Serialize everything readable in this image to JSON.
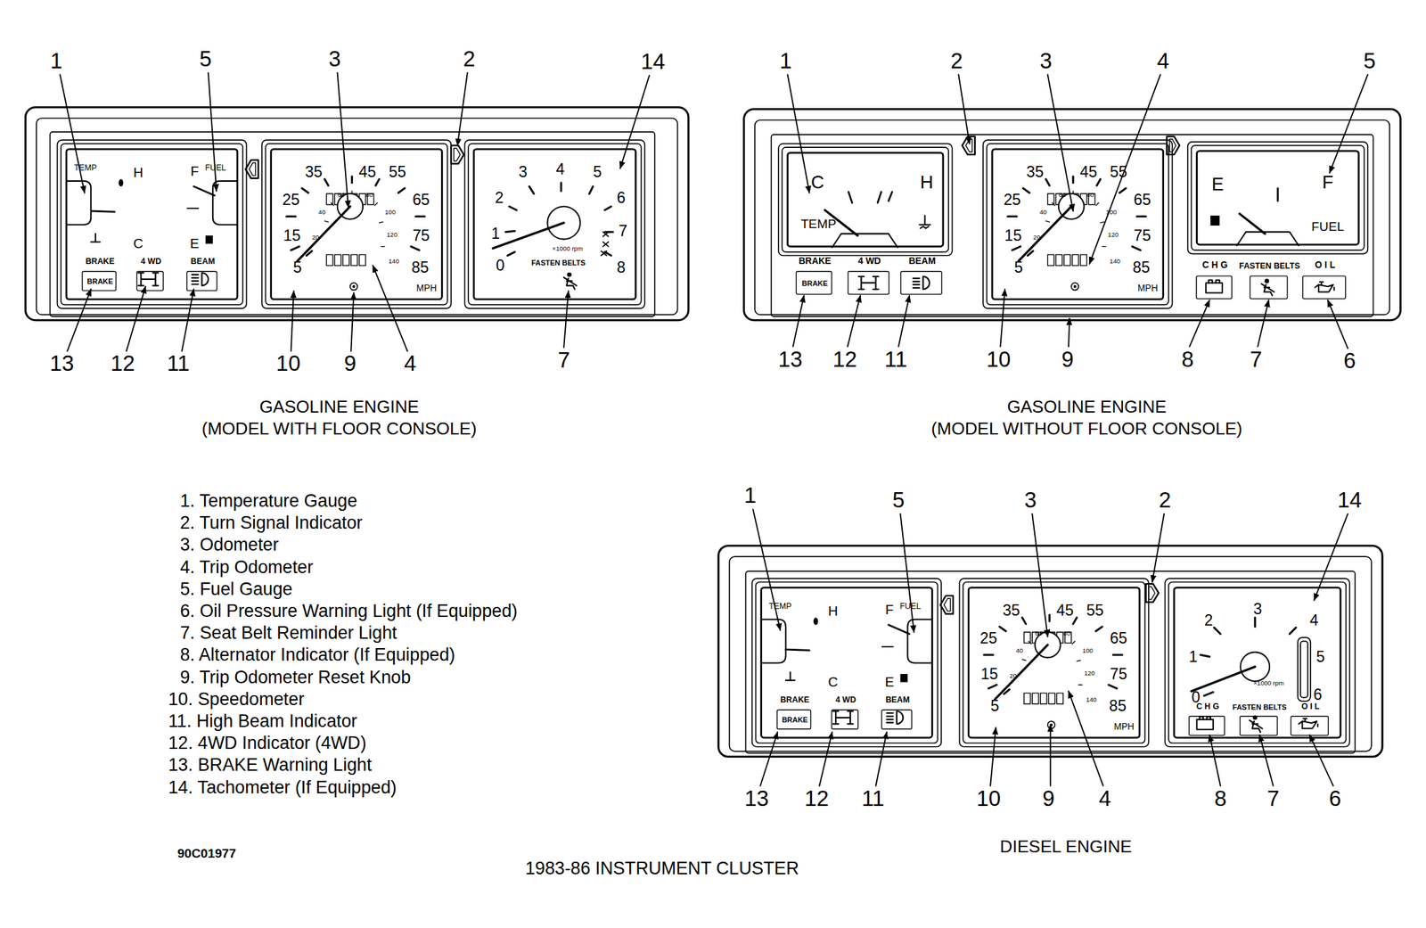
{
  "diagram": {
    "caption": "1983-86 INSTRUMENT CLUSTER",
    "nodes": [
      {
        "text": [
          "GASOLINE ENGINE",
          "(MODEL WITH FLOOR CONSOLE)"
        ]
      },
      {
        "text": [
          "TEMP",
          "H",
          "F",
          "FUEL",
          "C",
          "E"
        ],
        "in": 0
      },
      {
        "text": [
          "BRAKE",
          "BRAKE"
        ],
        "in": 1
      },
      {
        "text": [
          "4 WD"
        ],
        "in": 1
      },
      {
        "text": [
          "BEAM"
        ],
        "in": 1
      },
      {
        "text": [
          "35",
          "45",
          "55",
          "25",
          "65",
          "15",
          "75",
          "5",
          "85",
          "20",
          "40",
          "60",
          "80",
          "100",
          "120",
          "140",
          "MPH"
        ],
        "in": 0
      },
      {
        "text": [
          "0",
          "1",
          "2",
          "3",
          "4",
          "5",
          "6",
          "7",
          "8",
          "×1000 rpm",
          "FASTEN BELTS"
        ],
        "in": 0
      },
      {
        "text": [
          "GASOLINE ENGINE",
          "(MODEL WITHOUT FLOOR CONSOLE)"
        ]
      },
      {
        "text": [
          "C",
          "H",
          "TEMP"
        ],
        "in": 7
      },
      {
        "text": [
          "BRAKE",
          "BRAKE"
        ],
        "in": 7
      },
      {
        "text": [
          "4 WD"
        ],
        "in": 7
      },
      {
        "text": [
          "BEAM"
        ],
        "in": 7
      },
      {
        "text": [
          "35",
          "45",
          "55",
          "25",
          "65",
          "15",
          "75",
          "5",
          "85",
          "20",
          "40",
          "60",
          "80",
          "100",
          "120",
          "140",
          "MPH"
        ],
        "in": 7
      },
      {
        "text": [
          "E",
          "F",
          "FUEL"
        ],
        "in": 7
      },
      {
        "text": [
          "C H G"
        ],
        "in": 7
      },
      {
        "text": [
          "FASTEN BELTS"
        ],
        "in": 7
      },
      {
        "text": [
          "O I L"
        ],
        "in": 7
      },
      {
        "text": [
          "DIESEL ENGINE"
        ]
      },
      {
        "text": [
          "TEMP",
          "H",
          "F",
          "FUEL",
          "C",
          "E"
        ],
        "in": 17
      },
      {
        "text": [
          "BRAKE",
          "BRAKE"
        ],
        "in": 18
      },
      {
        "text": [
          "4 WD"
        ],
        "in": 18
      },
      {
        "text": [
          "BEAM"
        ],
        "in": 18
      },
      {
        "text": [
          "35",
          "45",
          "55",
          "25",
          "65",
          "15",
          "75",
          "5",
          "85",
          "20",
          "40",
          "60",
          "80",
          "100",
          "120",
          "140",
          "MPH"
        ],
        "in": 17
      },
      {
        "text": [
          "0",
          "1",
          "2",
          "3",
          "4",
          "5",
          "6",
          "×1000 rpm"
        ],
        "in": 17
      },
      {
        "text": [
          "C H G"
        ],
        "in": 23
      },
      {
        "text": [
          "FASTEN BELTS"
        ],
        "in": 23
      },
      {
        "text": [
          "O I L"
        ],
        "in": 23
      }
    ],
    "edges": [],
    "labels": [
      "1",
      "5",
      "3",
      "2",
      "14",
      "13",
      "12",
      "11",
      "10",
      "9",
      "4",
      "7",
      "1",
      "2",
      "3",
      "4",
      "5",
      "13",
      "12",
      "11",
      "10",
      "9",
      "8",
      "7",
      "6",
      "1",
      "5",
      "3",
      "2",
      "14",
      "13",
      "12",
      "11",
      "10",
      "9",
      "4",
      "8",
      "7",
      "6",
      "1. Temperature Gauge",
      "2. Turn Signal Indicator",
      "3. Odometer",
      "4. Trip Odometer",
      "5. Fuel Gauge",
      "6. Oil Pressure Warning Light (If Equipped)",
      "7. Seat Belt Reminder Light",
      "8. Alternator Indicator (If Equipped)",
      "9. Trip Odometer Reset Knob",
      "10. Speedometer",
      "11. High Beam Indicator",
      "12. 4WD Indicator (4WD)",
      "13. BRAKE Warning Light",
      "14. Tachometer (If Equipped)",
      "90C01977"
    ]
  }
}
